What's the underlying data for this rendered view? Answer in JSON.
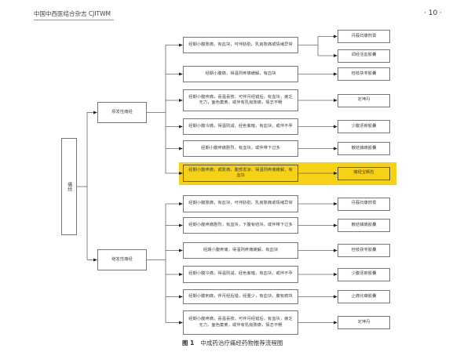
{
  "header": {
    "journal": "中国中西医结合杂志 CJITWM",
    "page": "· 10 ·"
  },
  "flowchart": {
    "root": "痛经",
    "primary": {
      "label": "原发性痛经",
      "branches": [
        {
          "symptom": "经期小腹胀痛，有血块，可伴胁肋、乳房胀痛或情绪异常",
          "drugs": [
            "丹莪妇康煎膏",
            "调经活血胶囊"
          ]
        },
        {
          "symptom": "经期小腹痛，得温则疼痛缓解，有血块",
          "drugs": [
            "桂枝茯苓胶囊"
          ]
        },
        {
          "symptom": "经期小腹疼痛，喜温喜按，可伴月经错后，有血块，疲乏无力，面色萎黄，或伴有乳房胀痛，情志不畅",
          "drugs": [
            "定坤丹"
          ]
        },
        {
          "symptom": "经期小腹冷痛，得温则减，经色紫暗，有血块，或伴不孕",
          "drugs": [
            "少腹逐瘀胶囊"
          ]
        },
        {
          "symptom": "经期小腹疼痛剧烈，有血块，或伴带下过多",
          "drugs": [
            "散结镇痛胶囊"
          ]
        },
        {
          "symptom": "经期小腹疼痛，或胀痛，腹部发凉，得温则疼痛缓解，有血块",
          "drugs": [
            "痛经宝颗粒"
          ],
          "highlighted": true
        }
      ]
    },
    "secondary": {
      "label": "继发性痛经",
      "branches": [
        {
          "symptom": "经期小腹胀痛，有血块，可伴胁肋、乳房胀痛或情绪异常",
          "drugs": [
            "丹莪妇康煎膏"
          ]
        },
        {
          "symptom": "经期小腹疼痛剧烈，有血块，下腹有结块，或伴带下过多",
          "drugs": [
            "散结镇痛胶囊"
          ]
        },
        {
          "symptom": "经期小腹疼痛，得温则疼痛缓解，有血块",
          "drugs": [
            "桂枝茯苓胶囊"
          ]
        },
        {
          "symptom": "经期小腹冷痛，得温则减，经色紫暗，有血块，或伴不孕",
          "drugs": [
            "少腹逐瘀胶囊"
          ]
        },
        {
          "symptom": "经期小腹刺痛，伴月经后错，经量少，有血块，腹有瘕块",
          "drugs": [
            "止痛化癥胶囊"
          ]
        },
        {
          "symptom": "经期小腹疼痛，喜温喜按，可伴月经错后，有血块，疲乏无力，面色萎黄，或伴有乳房胀痛，情志不畅",
          "drugs": [
            "定坤丹"
          ]
        }
      ]
    },
    "highlight_color": "#f5d215"
  },
  "caption": {
    "label": "图 1",
    "text": "中成药治疗痛经药物推荐流程图"
  }
}
